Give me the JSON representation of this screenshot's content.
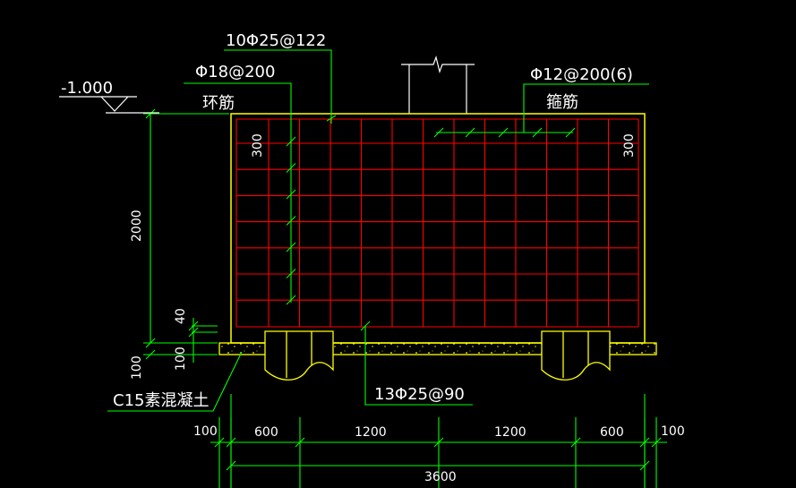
{
  "colors": {
    "background": "#000000",
    "outline": "#ffff00",
    "rebar": "#ff0000",
    "leader": "#00ff00",
    "text": "#ffffff"
  },
  "labels": {
    "elevation": "-1.000",
    "top_long_bars": "10Φ25@122",
    "ring_bars": "Φ18@200",
    "ring_bars_name": "环筋",
    "stirrups": "Φ12@200(6)",
    "stirrups_name": "箍筋",
    "bottom_bars": "13Φ25@90",
    "cover_left": "300",
    "cover_right": "300",
    "height_dim": "2000",
    "bottom_gap": "40",
    "blinding_thickness_left": "100",
    "blinding_thickness_right": "100",
    "blinding": "C15素混凝土"
  },
  "dimensions": {
    "segments": [
      "100",
      "600",
      "1200",
      "1200",
      "600",
      "100"
    ],
    "total": "3600"
  }
}
